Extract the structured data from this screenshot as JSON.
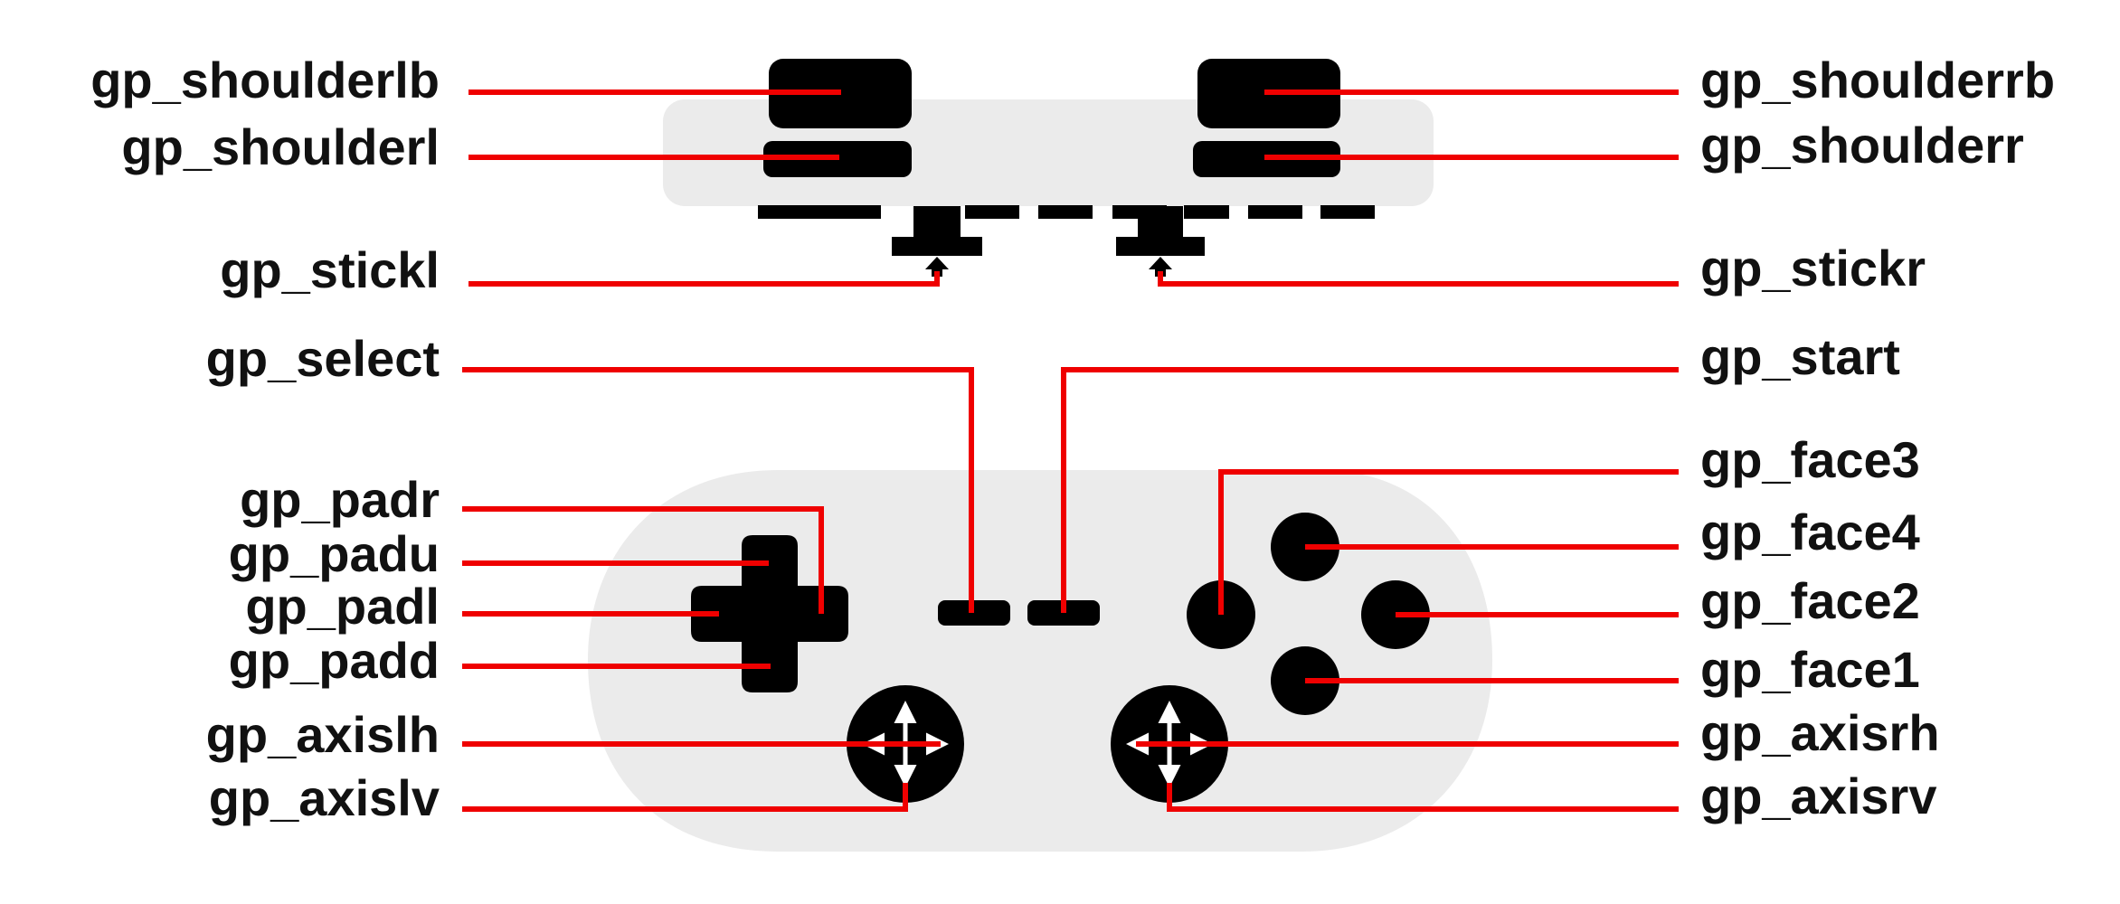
{
  "colors": {
    "body": "#ebebeb",
    "control": "#000000",
    "leader": "#ef0000",
    "arrow": "#ffffff",
    "text": "#111111"
  },
  "labels": {
    "shoulderlb": "gp_shoulderlb",
    "shoulderl": "gp_shoulderl",
    "stickl": "gp_stickl",
    "select": "gp_select",
    "padr": "gp_padr",
    "padu": "gp_padu",
    "padl": "gp_padl",
    "padd": "gp_padd",
    "axislh": "gp_axislh",
    "axislv": "gp_axislv",
    "shoulderrb": "gp_shoulderrb",
    "shoulderr": "gp_shoulderr",
    "stickr": "gp_stickr",
    "start": "gp_start",
    "face3": "gp_face3",
    "face4": "gp_face4",
    "face2": "gp_face2",
    "face1": "gp_face1",
    "axisrh": "gp_axisrh",
    "axisrv": "gp_axisrv"
  }
}
